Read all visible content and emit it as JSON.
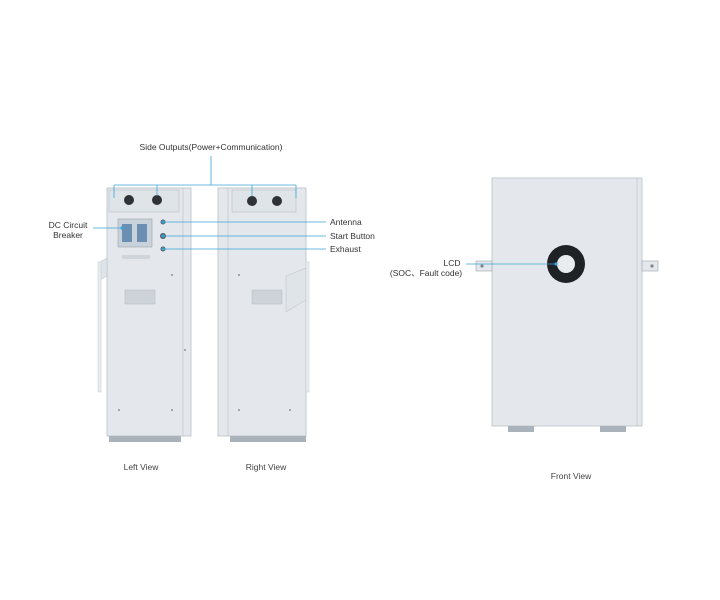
{
  "labels": {
    "side_outputs": "Side Outputs(Power+Communication)",
    "dc_breaker_line1": "DC Circuit",
    "dc_breaker_line2": "Breaker",
    "antenna": "Antenna",
    "start_button": "Start Button",
    "exhaust": "Exhaust",
    "lcd_line1": "LCD",
    "lcd_line2": "(SOC、Fault code)"
  },
  "captions": {
    "left_view": "Left View",
    "right_view": "Right View",
    "front_view": "Front View"
  },
  "colors": {
    "leader": "#3aa3d8",
    "cabinet": "#e4e8ec"
  },
  "icons": {
    "lcd": "circular-lcd-display-icon"
  }
}
